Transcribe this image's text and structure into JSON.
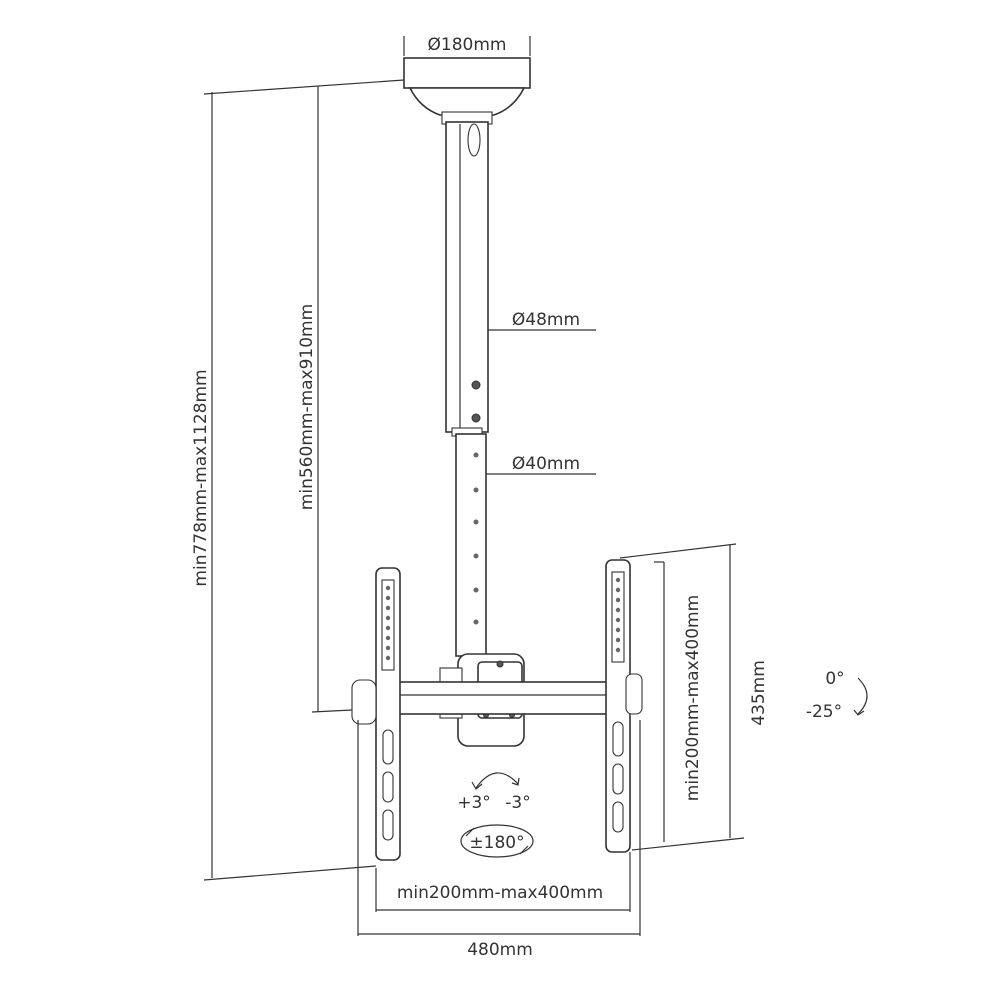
{
  "labels": {
    "plate_diameter": "Ø180mm",
    "upper_pole_diameter": "Ø48mm",
    "lower_pole_diameter": "Ø40mm",
    "total_height": "min778mm-max1128mm",
    "pole_length": "min560mm-max910mm",
    "arm_height_range": "min200mm-max400mm",
    "arm_length": "435mm",
    "tilt_top": "0°",
    "tilt_bottom": "-25°",
    "swivel_left": "+3°",
    "swivel_right": "-3°",
    "rotation": "±180°",
    "horizontal_range": "min200mm-max400mm",
    "overall_width": "480mm"
  },
  "colors": {
    "line": "#333333",
    "text": "#333333"
  }
}
